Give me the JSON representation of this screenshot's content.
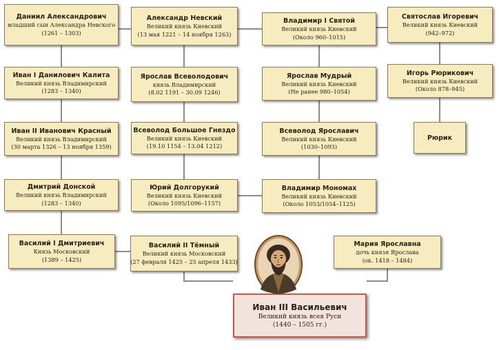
{
  "rulers": {
    "daniil": {
      "name": "Даниил Александрович",
      "title": "младший сын Александра Невского",
      "dates": "(1261 – 1303)"
    },
    "ivan1": {
      "name": "Иван I Данилович Калита",
      "title": "Великий князь Владимирский",
      "dates": "(1283 – 1340)"
    },
    "ivan2": {
      "name": "Иван II Иванович Красный",
      "title": "Великий князь Владимирский",
      "dates": "(30 марта 1326 – 13 ноября 1359)"
    },
    "dmitry": {
      "name": "Дмитрий Донской",
      "title": "Великий князь Владимирский",
      "dates": "(1283 – 1340)"
    },
    "vasily1": {
      "name": "Василий I Дмитриевич",
      "title": "Князь Московский",
      "dates": "(1389 – 1425)"
    },
    "alexander": {
      "name": "Александр Невский",
      "title": "Великий князь Киевский",
      "dates": "(13 мая 1221 – 14 ноября 1263)"
    },
    "yaroslav_v": {
      "name": "Ярослав Всеволодович",
      "title": "князь Владимирский",
      "dates": "(8.02 1191 – 30.09 1246)"
    },
    "vsevolod_bn": {
      "name": "Всеволод Большое Гнездо",
      "title": "Великий князь Киевский",
      "dates": "(19.10 1154 – 13.04 1212)"
    },
    "yuri": {
      "name": "Юрий Долгорукий",
      "title": "Великий князь Киевский",
      "dates": "(Около 1095/1096–1157)"
    },
    "vasily2": {
      "name": "Василий II Тёмный",
      "title": "Великий князь Московский",
      "dates": "(27 февраля 1425 – 25 апреля 1433)"
    },
    "vladimir1": {
      "name": "Владимир I Святой",
      "title": "Великий князь Киевский",
      "dates": "(Около 960–1015)"
    },
    "yaroslav_m": {
      "name": "Ярослав Мудрый",
      "title": "Великий князь Киевский",
      "dates": "(Не ранее 980–1054)"
    },
    "vsevolod_y": {
      "name": "Всеволод Ярославич",
      "title": "Великий князь Киевский",
      "dates": "(1030–1093)"
    },
    "monomakh": {
      "name": "Владимир Мономах",
      "title": "Великий князь Киевский",
      "dates": "(Около 1053/1054–1125)"
    },
    "svyatoslav": {
      "name": "Святослав Игоревич",
      "title": "Великий князь Киевский",
      "dates": "(942–972)"
    },
    "igor": {
      "name": "Игорь Рюрикович",
      "title": "Великий князь Киевский",
      "dates": "(Около 878–945)"
    },
    "rurik": {
      "name": "Рюрик"
    },
    "maria": {
      "name": "Мария Ярославна",
      "title": "дочь князя Ярослава",
      "dates": "(ок. 1418 – 1484)"
    },
    "ivan3": {
      "name": "Иван III Васильевич",
      "title": "Великий князь всея Руси",
      "dates": "(1440 – 1505 гг.)"
    }
  },
  "colors": {
    "box_fill": "#f7ecc0",
    "box_border": "#8a7a55",
    "main_fill": "#f3e3dd",
    "main_border": "#c65a4c",
    "connector": "#8c8c8c"
  }
}
